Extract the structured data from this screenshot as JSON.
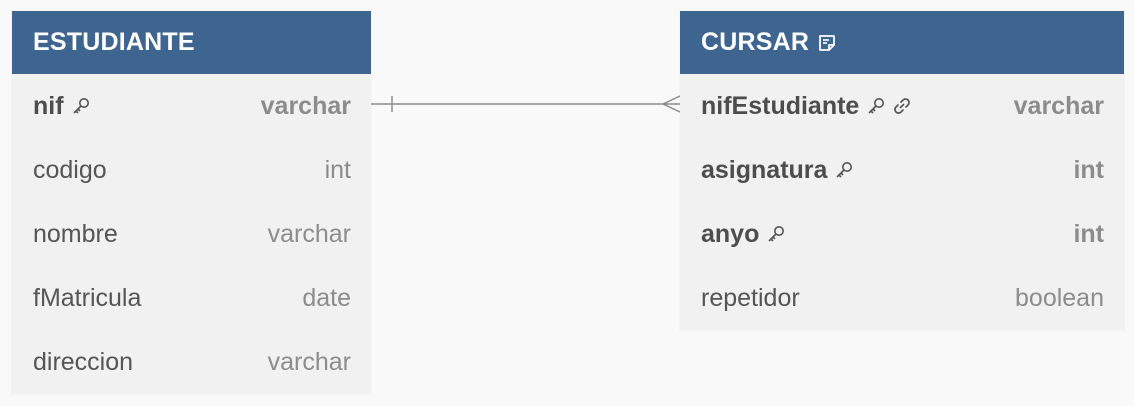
{
  "colors": {
    "header_bg": "#3e6490",
    "table_bg": "#f1f1f1",
    "canvas_bg": "#f9f9f9",
    "relationship_line": "#8c8c8c"
  },
  "tables": {
    "estudiante": {
      "title": "ESTUDIANTE",
      "columns": [
        {
          "name": "nif",
          "type": "varchar",
          "primary_key": true,
          "icons": [
            "key-icon"
          ]
        },
        {
          "name": "codigo",
          "type": "int",
          "primary_key": false,
          "icons": []
        },
        {
          "name": "nombre",
          "type": "varchar",
          "primary_key": false,
          "icons": []
        },
        {
          "name": "fMatricula",
          "type": "date",
          "primary_key": false,
          "icons": []
        },
        {
          "name": "direccion",
          "type": "varchar",
          "primary_key": false,
          "icons": []
        }
      ]
    },
    "cursar": {
      "title": "CURSAR",
      "header_icon": "note-icon",
      "columns": [
        {
          "name": "nifEstudiante",
          "type": "varchar",
          "primary_key": true,
          "icons": [
            "key-icon",
            "link-icon"
          ]
        },
        {
          "name": "asignatura",
          "type": "int",
          "primary_key": true,
          "icons": [
            "key-icon"
          ]
        },
        {
          "name": "anyo",
          "type": "int",
          "primary_key": true,
          "icons": [
            "key-icon"
          ]
        },
        {
          "name": "repetidor",
          "type": "boolean",
          "primary_key": false,
          "icons": []
        }
      ]
    }
  },
  "relationship": {
    "from": "ESTUDIANTE.nif",
    "to": "CURSAR.nifEstudiante",
    "from_cardinality": "one",
    "to_cardinality": "many"
  }
}
